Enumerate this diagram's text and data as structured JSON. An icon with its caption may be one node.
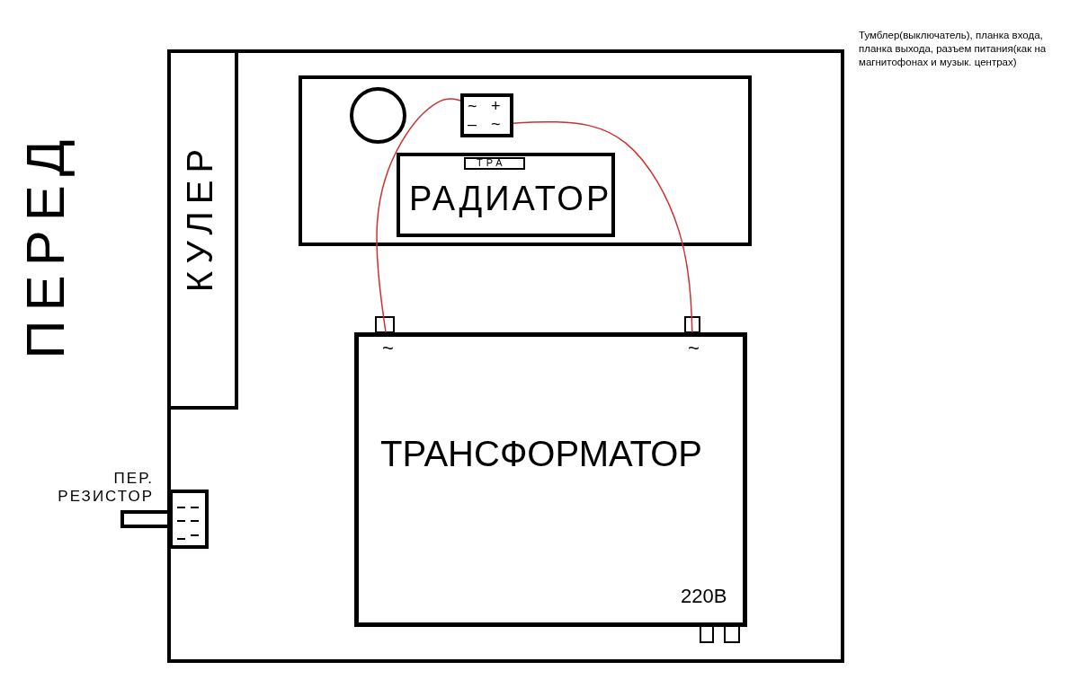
{
  "diagram": {
    "nodes": [
      {
        "text": [],
        "shape": "box"
      },
      {
        "text": [
          "КУЛЕР"
        ],
        "in": 0
      },
      {
        "text": [],
        "shape": "box",
        "in": 0
      },
      {
        "text": [],
        "shape": "circle",
        "in": 2
      },
      {
        "text": [
          "~",
          "+",
          "–",
          "~"
        ],
        "in": 2
      },
      {
        "text": [
          "РАДИАТОР"
        ],
        "in": 2
      },
      {
        "text": [
          "ТРА"
        ],
        "in": 5
      },
      {
        "text": [
          "~",
          "~",
          "ТРАНСФОРМАТОР",
          "220В"
        ],
        "in": 0
      },
      {
        "text": [],
        "shape": "box",
        "beside": [
          "ПЕР. РЕЗИСТОР"
        ],
        "in": 0
      }
    ],
    "edges": [
      {
        "from": 4,
        "to": 7,
        "arrow": "none",
        "color": "#d03030"
      },
      {
        "from": 4,
        "to": 7,
        "arrow": "none",
        "color": "#d03030"
      }
    ],
    "labels": [
      "ПЕРЕД",
      "Тумблер(выключатель), планка входа, планка выхода, разъем питания(как на магнитофонах и музык. центрах)"
    ]
  }
}
